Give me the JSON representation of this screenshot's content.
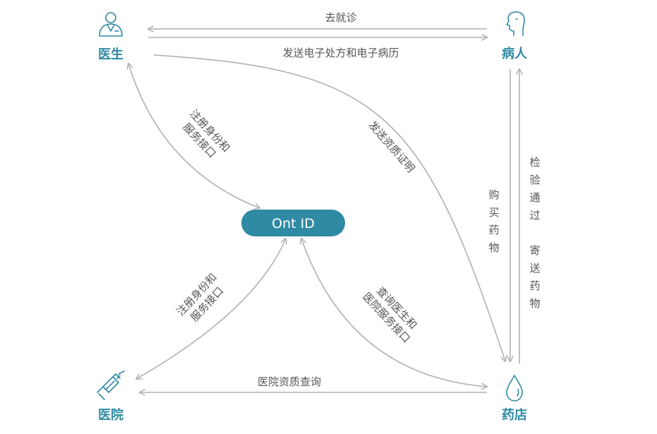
{
  "nodes": {
    "doctor": "医生",
    "patient": "病人",
    "hospital": "医院",
    "pharmacy": "药店",
    "center": "Ont ID"
  },
  "edges": {
    "patient_to_doctor": "去就诊",
    "doctor_to_patient": "发送电子处方和电子病历",
    "doctor_ontid_line1": "注册身份和",
    "doctor_ontid_line2": "服务接口",
    "doctor_to_pharmacy": "发送资质证明",
    "hospital_ontid_line1": "注册身份和",
    "hospital_ontid_line2": "服务接口",
    "pharmacy_ontid_line1": "查询医生和",
    "pharmacy_ontid_line2": "医院服务接口",
    "pharmacy_to_hospital": "医院资质查询",
    "patient_to_pharmacy": [
      "购",
      "买",
      "药",
      "物"
    ],
    "pharmacy_to_patient_a": [
      "检",
      "验",
      "通",
      "过"
    ],
    "pharmacy_to_patient_b": [
      "寄",
      "送",
      "药",
      "物"
    ]
  },
  "colors": {
    "accent": "#2f8aa3",
    "line": "#b0b0b0",
    "text": "#555555"
  },
  "icons": {
    "doctor": "doctor-icon",
    "patient": "head-icon",
    "hospital": "syringe-icon",
    "pharmacy": "drop-icon"
  }
}
